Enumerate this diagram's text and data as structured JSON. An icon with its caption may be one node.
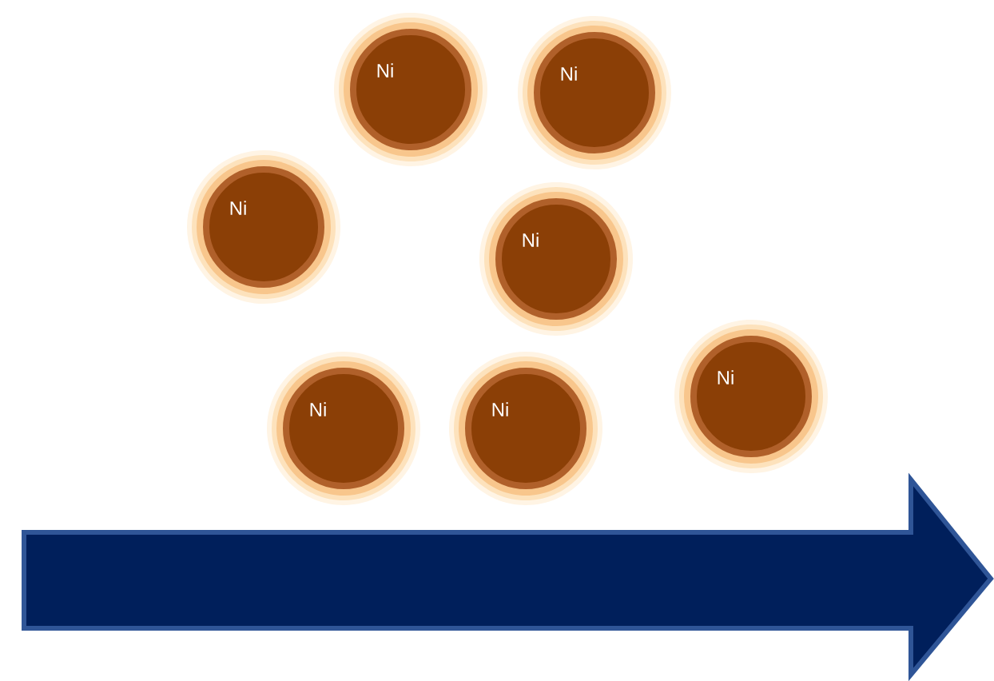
{
  "diagram": {
    "nodes": [
      {
        "text": [
          "Ni"
        ]
      },
      {
        "text": [
          "Ni"
        ]
      },
      {
        "text": [
          "Ni"
        ]
      },
      {
        "text": [
          "Ni"
        ]
      },
      {
        "text": [
          "Ni"
        ]
      },
      {
        "text": [
          "Ni"
        ]
      },
      {
        "text": [
          "Ni"
        ]
      }
    ]
  }
}
